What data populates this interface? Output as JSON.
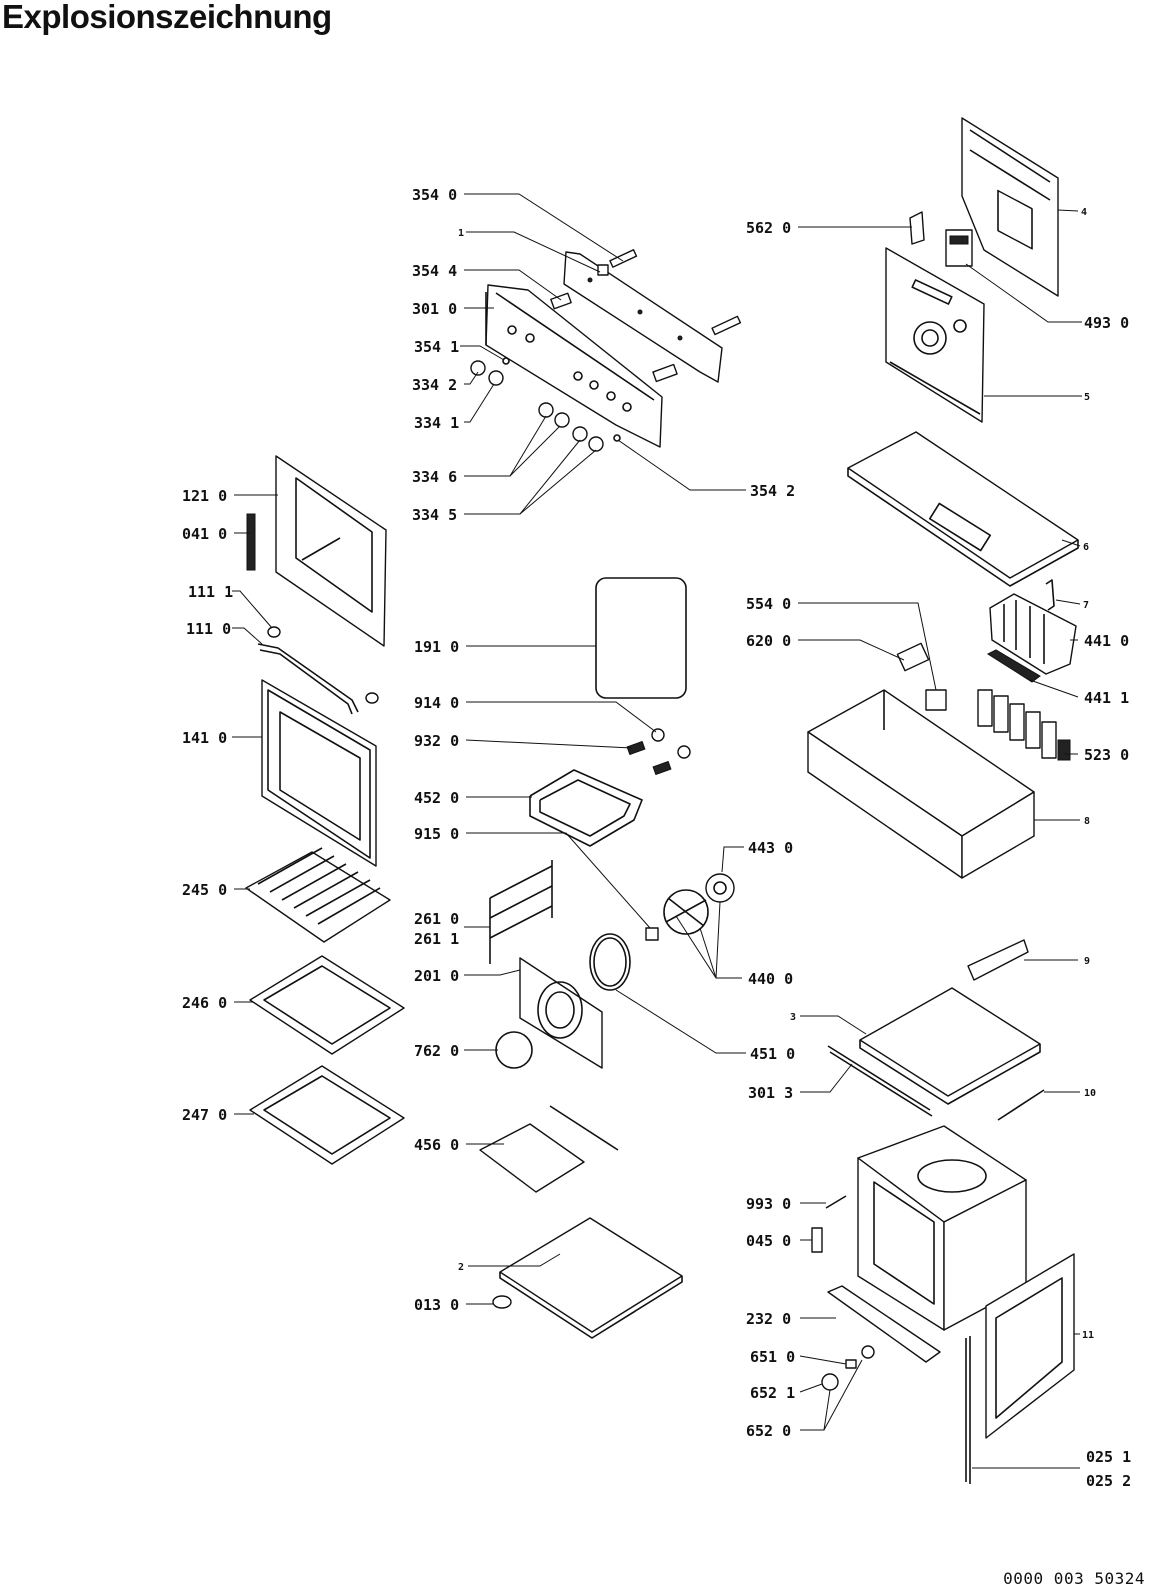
{
  "title": "Explosionszeichnung",
  "document_number": "0000 003 50324",
  "labels": {
    "p3540": "354 0",
    "p1": "1",
    "p3544": "354 4",
    "p3010": "301 0",
    "p3541": "354 1",
    "p3342": "334 2",
    "p3341": "334 1",
    "p3346": "334 6",
    "p3345": "334 5",
    "p3542": "354 2",
    "p5620": "562 0",
    "p4": "4",
    "p4930": "493 0",
    "p5": "5",
    "p6": "6",
    "p7": "7",
    "p1210": "121 0",
    "p0410": "041 0",
    "p1111": "111 1",
    "p1110": "111 0",
    "p1410": "141 0",
    "p1910": "191 0",
    "p9140": "914 0",
    "p9320": "932 0",
    "p4520": "452 0",
    "p9150": "915 0",
    "p5540": "554 0",
    "p6200": "620 0",
    "p4410": "441 0",
    "p4411": "441 1",
    "p5230": "523 0",
    "p8": "8",
    "p4430": "443 0",
    "p2450": "245 0",
    "p2610": "261 0",
    "p2611": "261 1",
    "p2010": "201 0",
    "p4400": "440 0",
    "p2460": "246 0",
    "p7620": "762 0",
    "p4510": "451 0",
    "p9": "9",
    "p3": "3",
    "p3013": "301 3",
    "p10": "10",
    "p2470": "247 0",
    "p4560": "456 0",
    "p9930": "993 0",
    "p0450": "045 0",
    "p2": "2",
    "p0130": "013 0",
    "p2320": "232 0",
    "p11": "11",
    "p6510": "651 0",
    "p6521": "652 1",
    "p6520": "652 0",
    "p0251": "025 1",
    "p0252": "025 2"
  }
}
